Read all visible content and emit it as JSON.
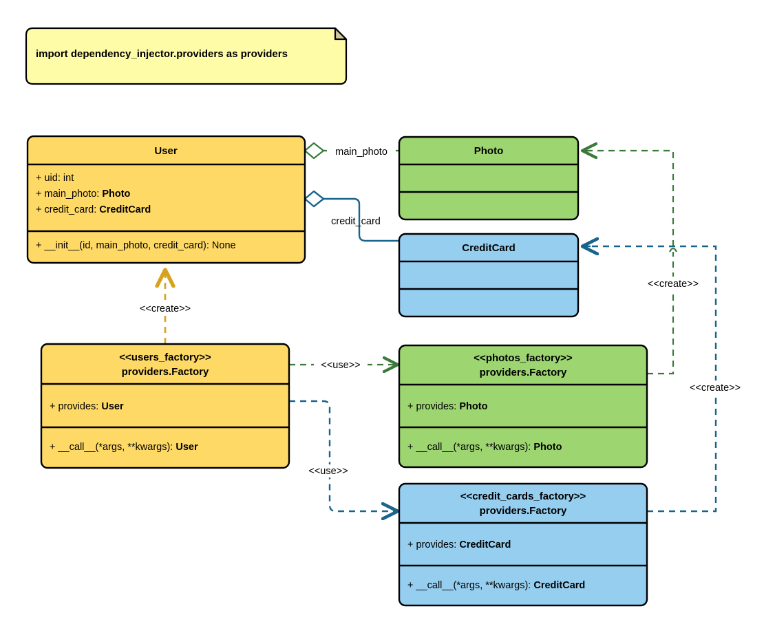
{
  "diagram": {
    "type": "uml-class-diagram",
    "title_note": "import dependency_injector.providers as providers"
  },
  "colors": {
    "yellow_fill": "#FFD966",
    "green_fill": "#9DD571",
    "blue_fill": "#96CEF0",
    "note_fill": "#FFFCA8",
    "yellow_edge": "#D9A21B",
    "green_edge": "#3C7A3C",
    "blue_edge": "#19648C",
    "outline": "#000000"
  },
  "classes": {
    "user": {
      "name": "User",
      "attributes": [
        {
          "prefix": "+ uid: ",
          "type": "int",
          "type_bold": false
        },
        {
          "prefix": "+ main_photo: ",
          "type": "Photo",
          "type_bold": true
        },
        {
          "prefix": "+ credit_card: ",
          "type": "CreditCard",
          "type_bold": true
        }
      ],
      "methods": [
        {
          "prefix": "+ __init__(id, main_photo, credit_card): ",
          "type": "None",
          "type_bold": false
        }
      ]
    },
    "photo": {
      "name": "Photo",
      "attributes": [],
      "methods": []
    },
    "credit_card": {
      "name": "CreditCard",
      "attributes": [],
      "methods": []
    },
    "users_factory": {
      "stereotype": "<<users_factory>>",
      "name": "providers.Factory",
      "attributes": [
        {
          "prefix": "+ provides: ",
          "type": "User",
          "type_bold": true
        }
      ],
      "methods": [
        {
          "prefix": "+ __call__(*args, **kwargs): ",
          "type": "User",
          "type_bold": true
        }
      ]
    },
    "photos_factory": {
      "stereotype": "<<photos_factory>>",
      "name": "providers.Factory",
      "attributes": [
        {
          "prefix": "+ provides: ",
          "type": "Photo",
          "type_bold": true
        }
      ],
      "methods": [
        {
          "prefix": "+ __call__(*args, **kwargs): ",
          "type": "Photo",
          "type_bold": true
        }
      ]
    },
    "credit_cards_factory": {
      "stereotype": "<<credit_cards_factory>>",
      "name": "providers.Factory",
      "attributes": [
        {
          "prefix": "+ provides: ",
          "type": "CreditCard",
          "type_bold": true
        }
      ],
      "methods": [
        {
          "prefix": "+ __call__(*args, **kwargs): ",
          "type": "CreditCard",
          "type_bold": true
        }
      ]
    }
  },
  "edges": {
    "user_main_photo": {
      "label": "main_photo",
      "kind": "aggregation",
      "color": "green"
    },
    "user_credit_card": {
      "label": "credit_card",
      "kind": "aggregation",
      "color": "blue"
    },
    "users_factory_create_user": {
      "label": "<<create>>",
      "kind": "dependency",
      "color": "yellow"
    },
    "users_factory_use_photos": {
      "label": "<<use>>",
      "kind": "dependency",
      "color": "green"
    },
    "users_factory_use_credit_cards": {
      "label": "<<use>>",
      "kind": "dependency",
      "color": "blue"
    },
    "photos_factory_create_photo": {
      "label": "<<create>>",
      "kind": "dependency",
      "color": "green"
    },
    "credit_cards_factory_create_credit_card": {
      "label": "<<create>>",
      "kind": "dependency",
      "color": "blue"
    }
  }
}
